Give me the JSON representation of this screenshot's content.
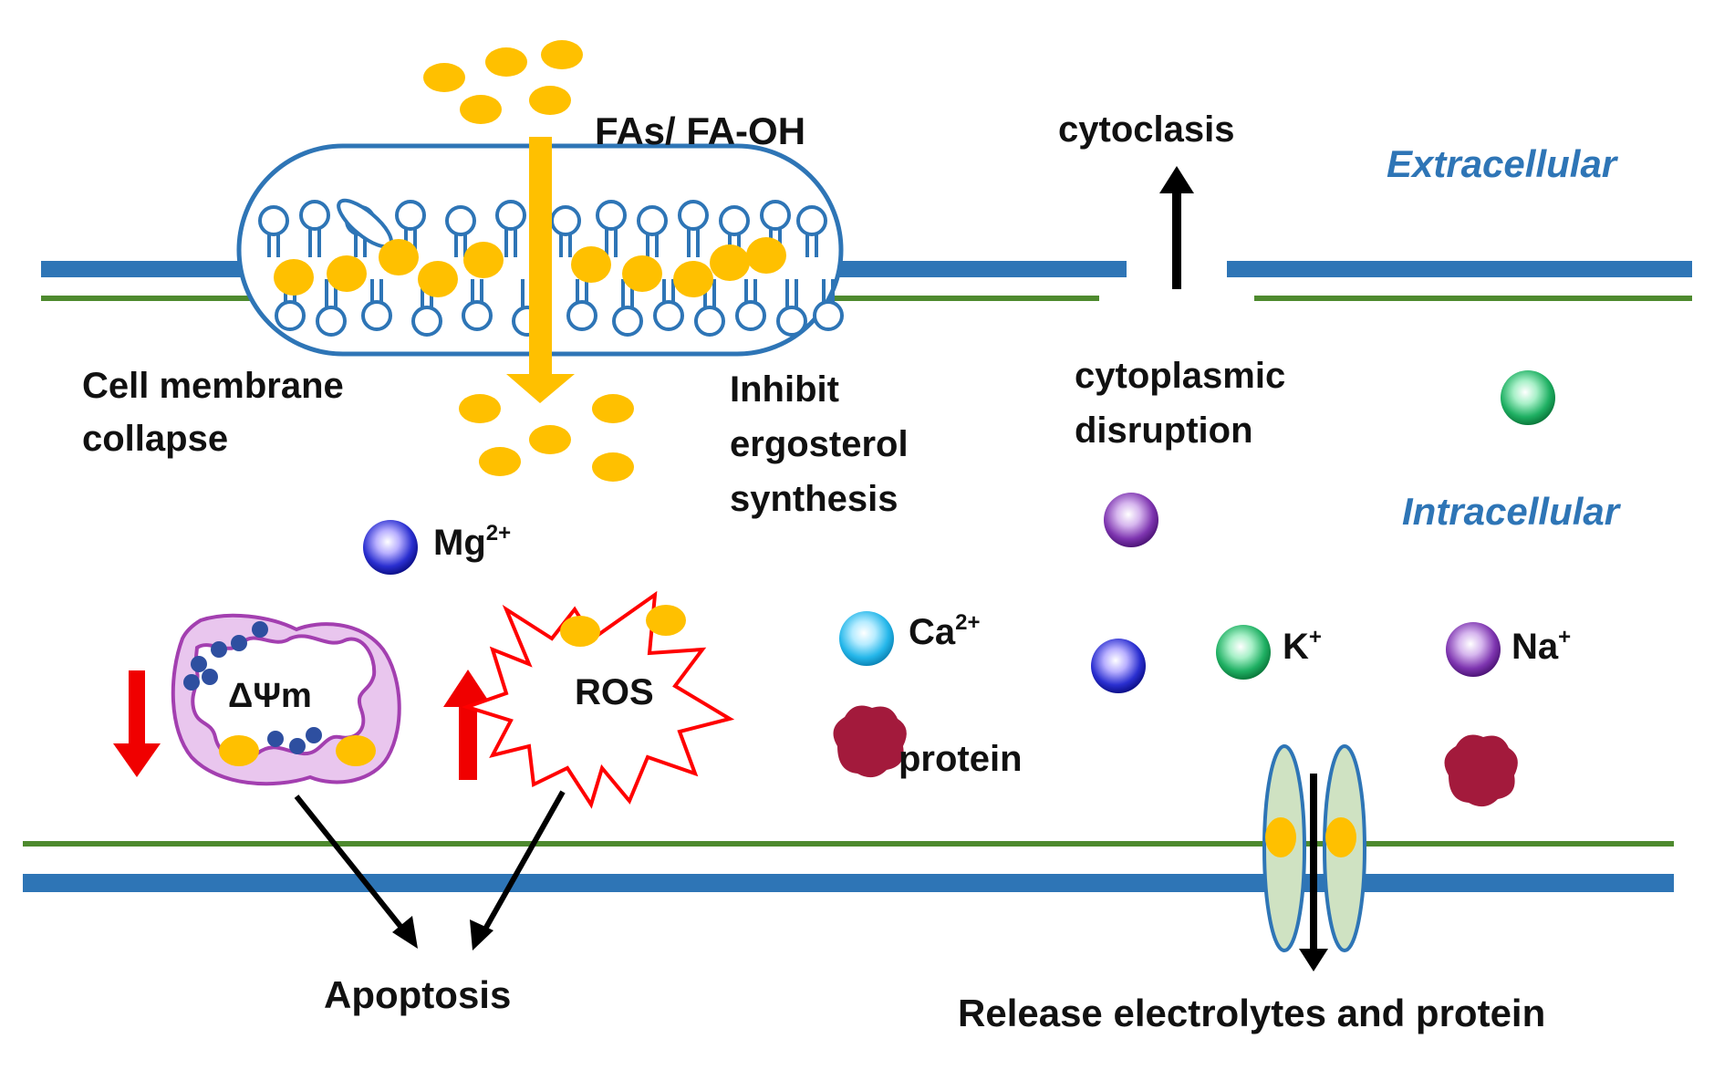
{
  "labels": {
    "fas": "FAs/ FA-OH",
    "cytoclasis": "cytoclasis",
    "extracellular": "Extracellular",
    "intracellular": "Intracellular",
    "membrane_collapse_1": "Cell membrane",
    "membrane_collapse_2": "collapse",
    "inhibit_1": "Inhibit",
    "inhibit_2": "ergosterol",
    "inhibit_3": "synthesis",
    "cyto_disrupt_1": "cytoplasmic",
    "cyto_disrupt_2": "disruption",
    "mg_base": "Mg",
    "mg_sup": "2+",
    "ca_base": "Ca",
    "ca_sup": "2+",
    "k_base": "K",
    "k_sup": "+",
    "na_base": "Na",
    "na_sup": "+",
    "protein": "protein",
    "delta_psi": "ΔΨm",
    "ros": "ROS",
    "apoptosis": "Apoptosis",
    "release": "Release electrolytes and protein"
  },
  "colors": {
    "membrane_blue": "#2e75b6",
    "membrane_green": "#4e8a2e",
    "fa_yellow": "#ffc000",
    "mito": "#a33fb0",
    "ros": "#ff0000",
    "red_arrow": "#f00000",
    "ion_mg": "#1a20b8",
    "ion_ca": "#20b5e8",
    "ion_k": "#1bae5e",
    "ion_na": "#7a33a8",
    "protein": "#a31a3c",
    "label_blue": "#2e75b6"
  }
}
